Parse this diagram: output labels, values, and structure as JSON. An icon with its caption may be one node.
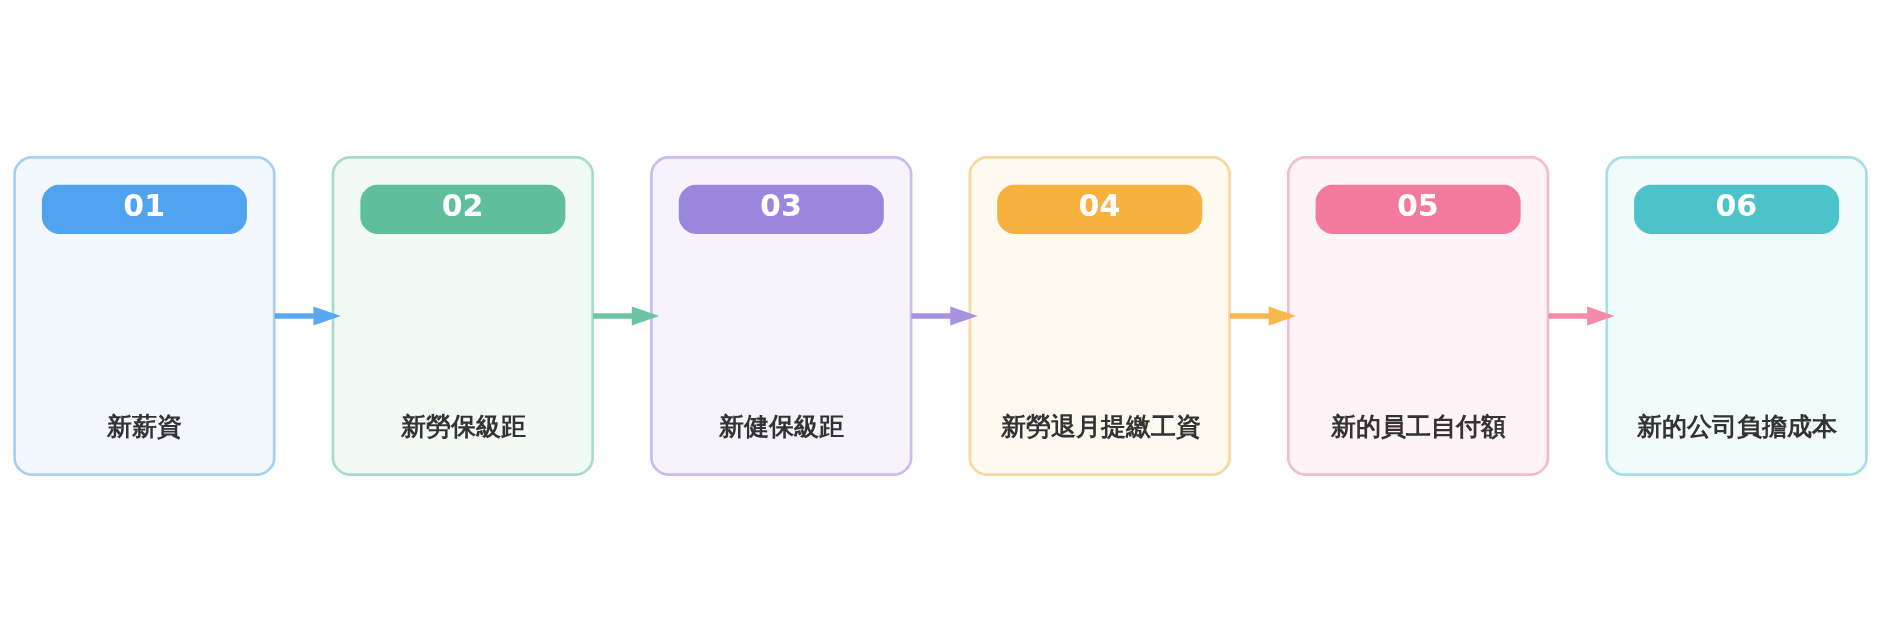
{
  "diagram": {
    "nodes": [
      {
        "text": [
          "01",
          "新薪資"
        ]
      },
      {
        "text": [
          "02",
          "新勞保級距"
        ]
      },
      {
        "text": [
          "03",
          "新健保級距"
        ]
      },
      {
        "text": [
          "04",
          "新勞退月提繳工資"
        ]
      },
      {
        "text": [
          "05",
          "新的員工自付額"
        ]
      },
      {
        "text": [
          "06",
          "新的公司負擔成本"
        ]
      }
    ],
    "edges": [
      {
        "from": 0,
        "to": 1,
        "arrow": "to",
        "color": "#5aa9f0"
      },
      {
        "from": 1,
        "to": 2,
        "arrow": "to",
        "color": "#6cc4a4"
      },
      {
        "from": 2,
        "to": 3,
        "arrow": "to",
        "color": "#a592e0"
      },
      {
        "from": 3,
        "to": 4,
        "arrow": "to",
        "color": "#f8b84e"
      },
      {
        "from": 4,
        "to": 5,
        "arrow": "to",
        "color": "#f48aa8"
      }
    ]
  }
}
